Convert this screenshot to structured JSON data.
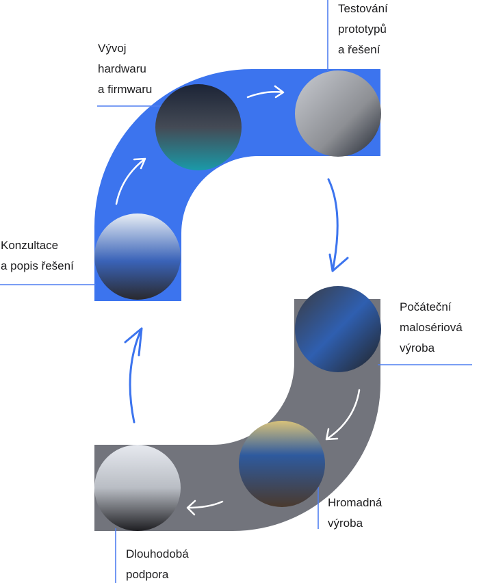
{
  "colors": {
    "blue": "#3c74ee",
    "gray": "#72747c",
    "line": "#4f7ff0",
    "arrow_light": "#ffffff"
  },
  "steps": [
    {
      "label": "Konzultace\na popis řešení",
      "photo": "monitor-with-web-app"
    },
    {
      "label": "Vývoj\nhardwaru\na firmwaru",
      "photo": "pcb-design-workstation"
    },
    {
      "label": "Testování\nprototypů\na řešení",
      "photo": "oscilloscope-testing"
    },
    {
      "label": "Počáteční\nmalosériová\nvýroba",
      "photo": "3d-printer-and-boards"
    },
    {
      "label": "Hromadná\nvýroba",
      "photo": "pcb-assembly-machine"
    },
    {
      "label": "Dlouhodobá\npodpora",
      "photo": "phone-support"
    }
  ]
}
